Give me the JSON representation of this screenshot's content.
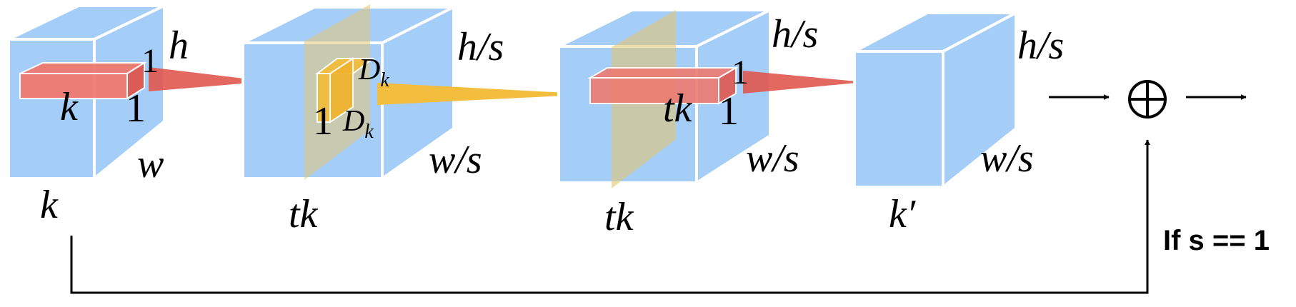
{
  "colors": {
    "block": "#a4cdf8",
    "edge": "#ffffff",
    "kernel_red": "#ee7a70",
    "kernel_red_dark": "#e0584f",
    "kernel_yellow": "#f3bd3e",
    "plane_yellow": "#e3c777",
    "line": "#000000"
  },
  "blocks": {
    "b1": {
      "height_label": "h",
      "width_label": "w",
      "depth_label": "k"
    },
    "b2": {
      "height_label": "h/s",
      "width_label": "w/s",
      "depth_label": "tk"
    },
    "b3": {
      "height_label": "h/s",
      "width_label": "w/s",
      "depth_label": "tk"
    },
    "b4": {
      "height_label": "h/s",
      "width_label": "w/s",
      "depth_label": "k′"
    }
  },
  "kernel1": {
    "depth_label": "k",
    "h_label": "1",
    "w_label": "1"
  },
  "kernel2": {
    "h_label": "1",
    "size_label_top": "D",
    "sub_top": "k",
    "size_label_bottom": "D",
    "sub_bottom": "k"
  },
  "kernel3": {
    "depth_label": "tk",
    "h_label": "1",
    "w_label": "1"
  },
  "adder": {
    "symbol": "⊕"
  },
  "skip": {
    "condition": "If s == 1"
  }
}
